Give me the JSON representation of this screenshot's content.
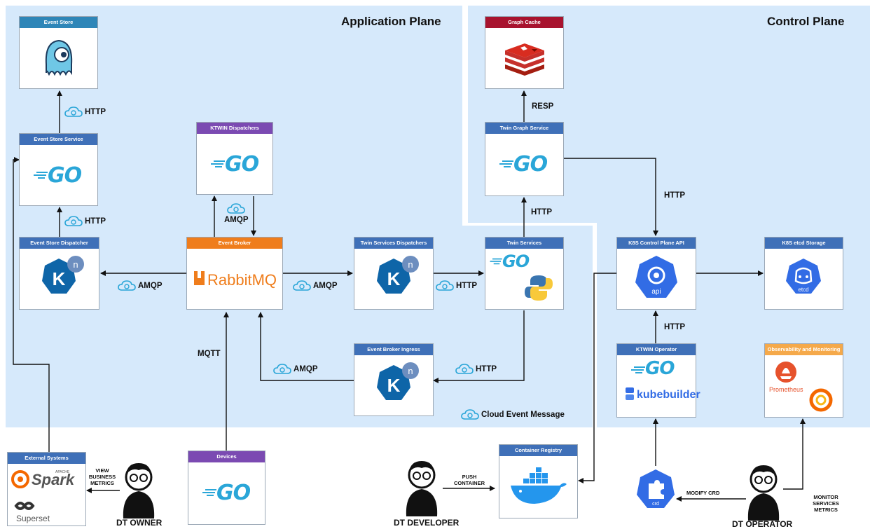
{
  "planes": {
    "application": "Application Plane",
    "control": "Control Plane"
  },
  "boxes": {
    "event_store": "Event Store",
    "event_store_service": "Event Store Service",
    "ktwin_dispatchers": "KTWIN Dispatchers",
    "event_store_dispatcher": "Event Store Dispatcher",
    "event_broker": "Event Broker",
    "twin_services_dispatchers": "Twin Services Dispatchers",
    "twin_services": "Twin Services",
    "event_broker_ingress": "Event Broker Ingress",
    "graph_cache": "Graph Cache",
    "twin_graph_service": "Twin Graph Service",
    "k8s_control_plane_api": "K8S Control Plane API",
    "k8s_etcd_storage": "K8S etcd Storage",
    "ktwin_operator": "KTWIN Operator",
    "observability": "Observability and Monitoring",
    "external_systems": "External Systems",
    "devices": "Devices",
    "container_registry": "Container Registry"
  },
  "logos": {
    "go": "GO",
    "rabbitmq": "RabbitMQ",
    "kubebuilder": "kubebuilder",
    "api": "api",
    "etcd": "etcd",
    "prometheus": "Prometheus",
    "spark": "Spark",
    "apache": "APACHE",
    "superset": "Superset",
    "crd": "crd",
    "knative": "n",
    "k": "K"
  },
  "edge_labels": {
    "http_store": "HTTP",
    "http_dispatcher": "HTTP",
    "amqp_ktwin": "AMQP",
    "amqp_left": "AMQP",
    "amqp_right": "AMQP",
    "http_twin": "HTTP",
    "amqp_ingress": "AMQP",
    "http_ingress": "HTTP",
    "mqtt": "MQTT",
    "resp": "RESP",
    "http_graph_up": "HTTP",
    "http_graph_api": "HTTP",
    "http_operator": "HTTP",
    "cloud_event_message": "Cloud Event Message",
    "view_business_metrics": "VIEW BUSINESS METRICS",
    "push_container": "PUSH CONTAINER",
    "modify_crd": "MODIFY CRD",
    "monitor_services_metrics": "MONITOR SERVICES METRICS"
  },
  "actors": {
    "owner": "DT OWNER",
    "developer": "DT DEVELOPER",
    "operator": "DT OPERATOR"
  },
  "colors": {
    "plane_bg": "#d6e9fb",
    "header_blue": "#3f70b8",
    "header_orange": "#ef7d1c",
    "header_purple": "#7b4ab2",
    "header_red": "#a8132e",
    "go_blue": "#2aa6d8",
    "knative_blue": "#0e65a8",
    "k8s_blue": "#326ce5"
  }
}
